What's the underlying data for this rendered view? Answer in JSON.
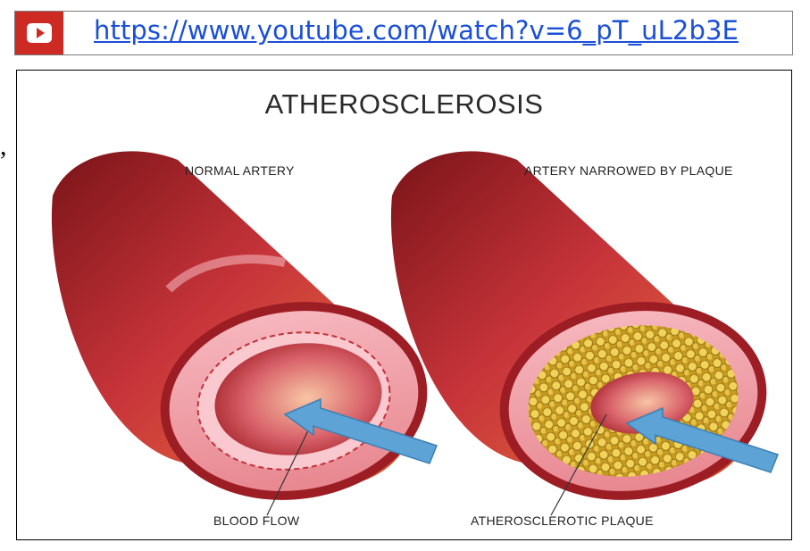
{
  "header": {
    "logo_icon": "youtube-play-icon",
    "url": "https://www.youtube.com/watch?v=6_pT_uL2b3E",
    "link_color": "#1a4fd6",
    "logo_color": "#cc2a22"
  },
  "side_mark": ",",
  "diagram": {
    "title": "ATHEROSCLEROSIS",
    "left_label": "NORMAL ARTERY",
    "right_label": "ARTERY NARROWED BY PLAQUE",
    "left_callout": "BLOOD FLOW",
    "right_callout": "ATHEROSCLEROTIC PLAQUE",
    "colors": {
      "artery_outer": "#b8252c",
      "artery_inner": "#f2a5ad",
      "plaque": "#d9b43a",
      "arrow": "#5ea3d6"
    }
  }
}
